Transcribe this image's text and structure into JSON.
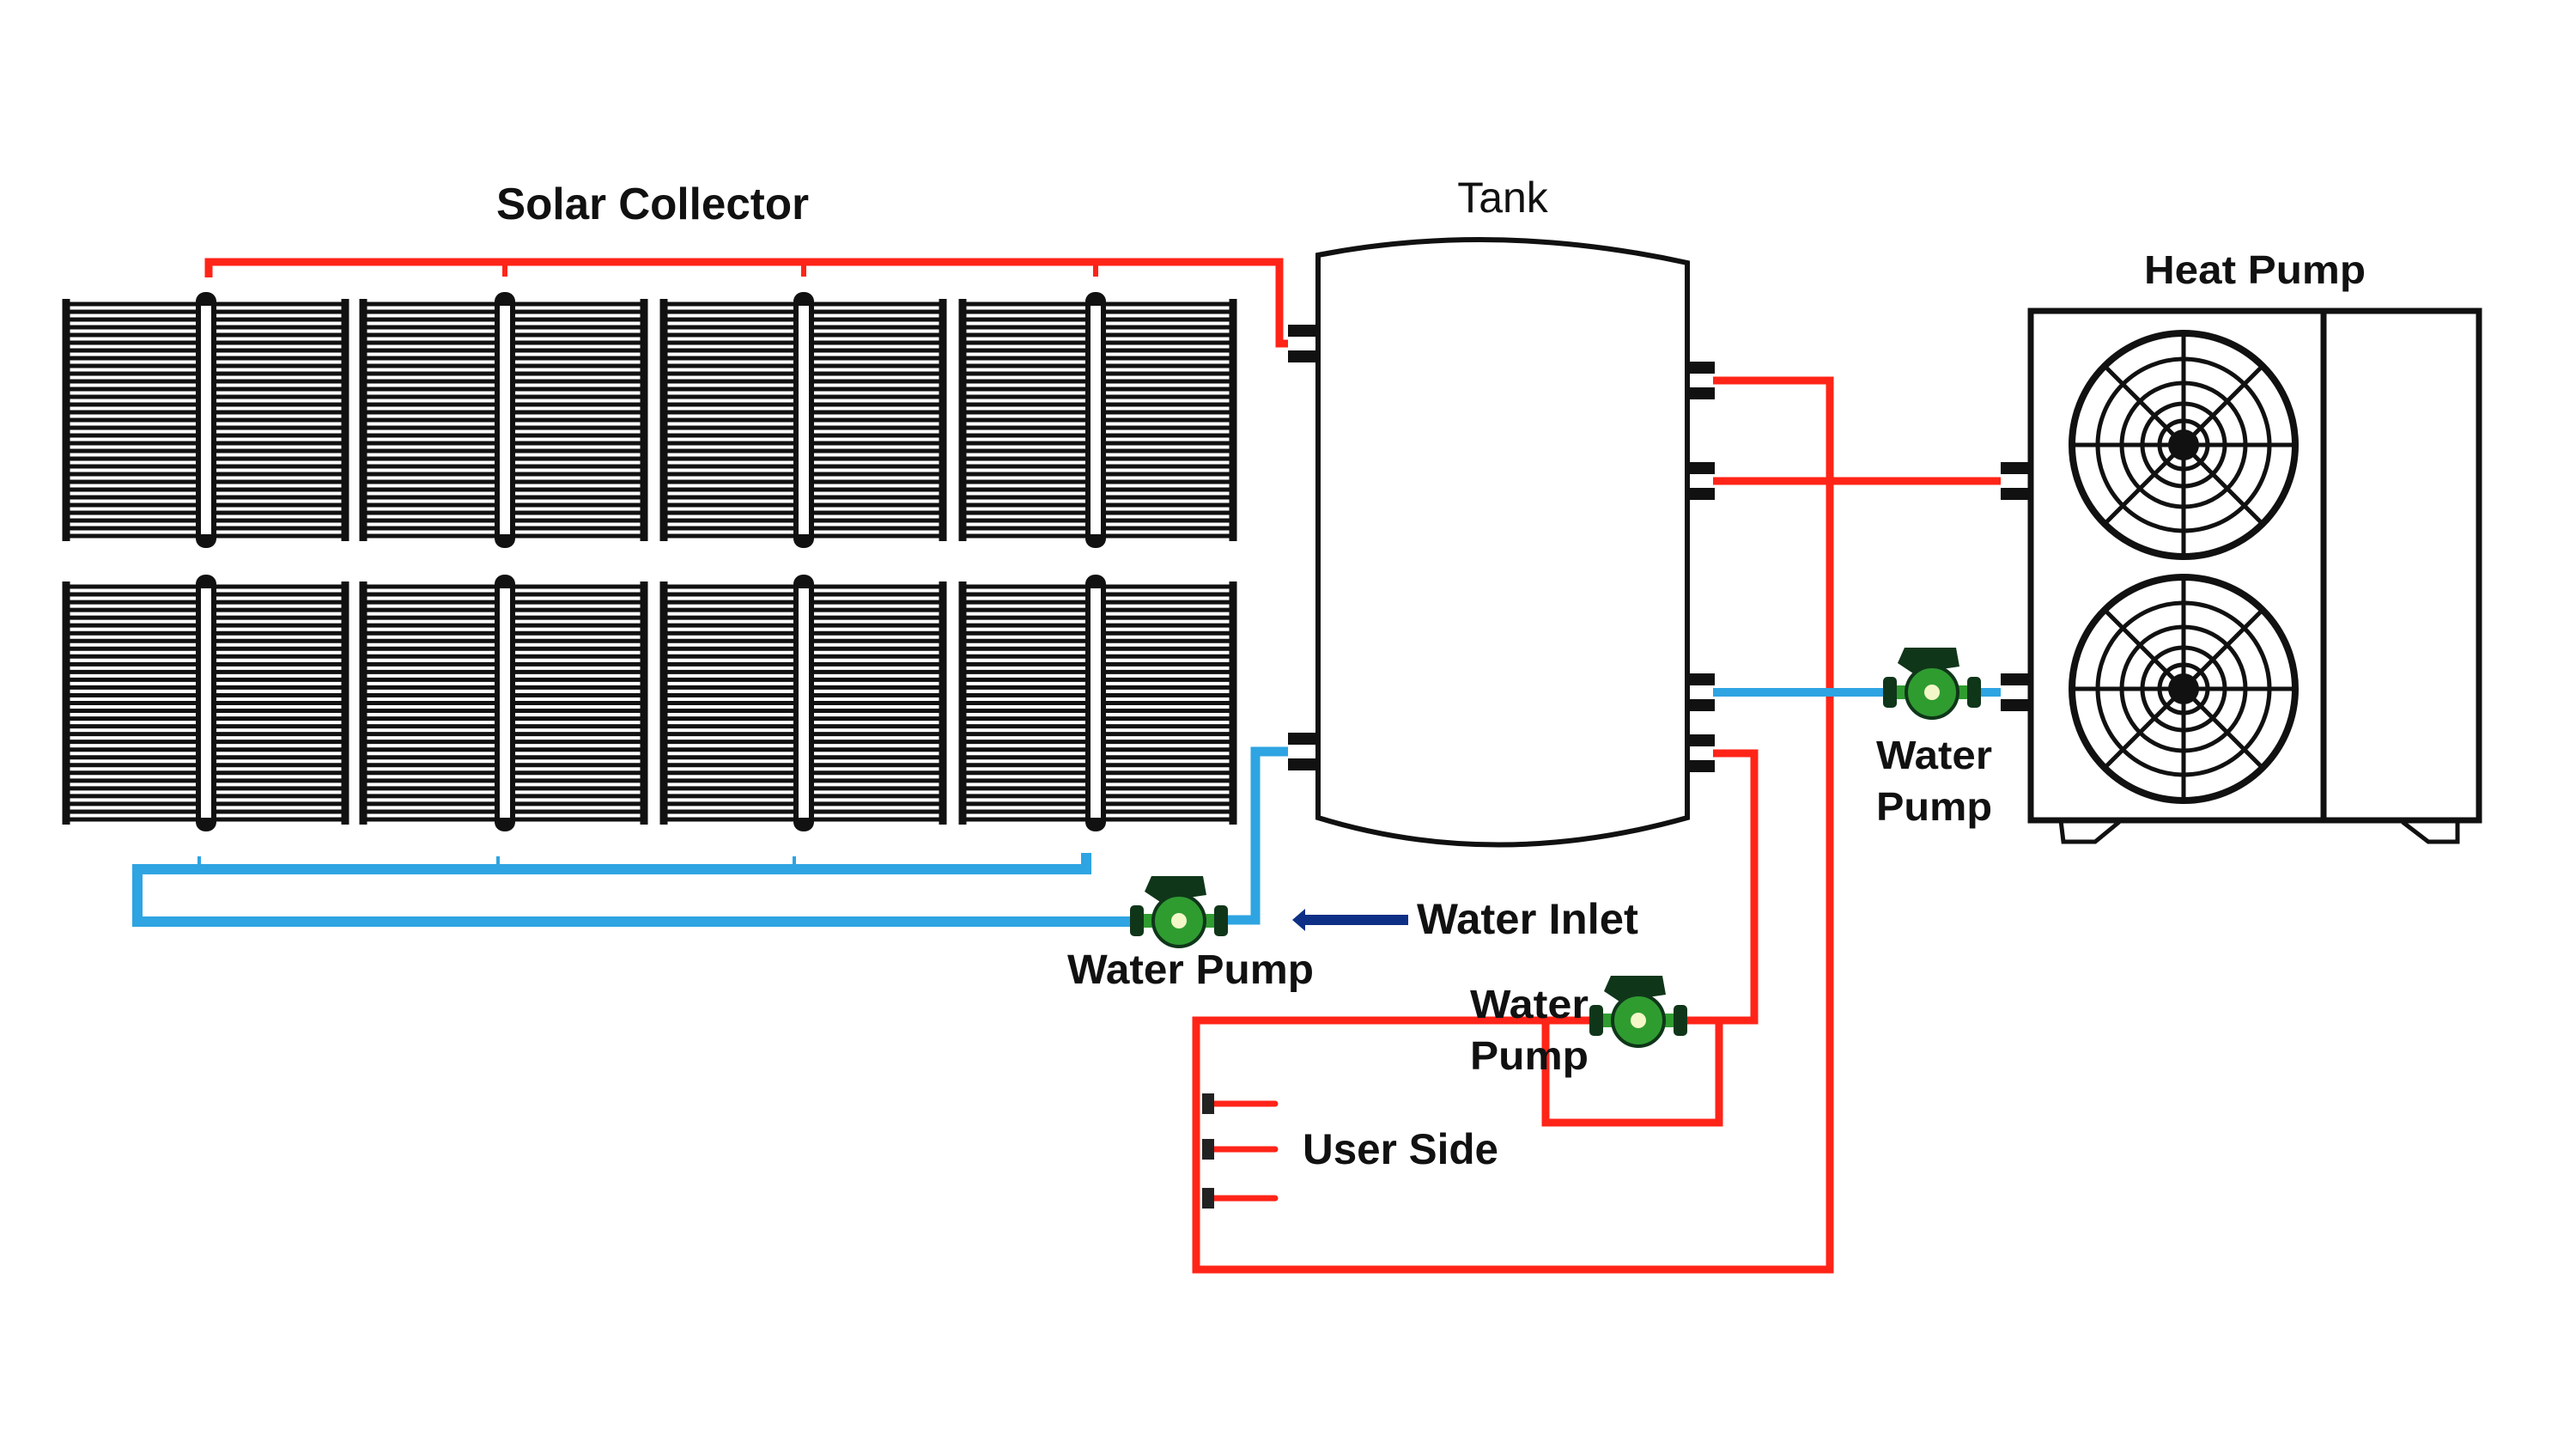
{
  "diagram": {
    "title": "Solar-assisted heat pump water heating system",
    "colors": {
      "hot_pipe": "#ff2418",
      "cold_pipe": "#2ea4e2",
      "inlet_pipe": "#0e2f86",
      "pump_body": "#2f9c30",
      "pump_dark": "#10361a",
      "outline": "#111111"
    },
    "labels": {
      "solar_collector": "Solar Collector",
      "tank": "Tank",
      "heat_pump": "Heat Pump",
      "water_inlet": "Water Inlet",
      "user_side": "User Side",
      "pump_collector": "Water Pump",
      "pump_heat_pump_line1": "Water",
      "pump_heat_pump_line2": "Pump",
      "pump_user_line1": "Water",
      "pump_user_line2": "Pump"
    },
    "components": {
      "solar_panels": {
        "rows": 2,
        "columns": 4
      },
      "heat_pump_fans": 2,
      "water_pumps": 3,
      "user_taps": 3
    }
  }
}
